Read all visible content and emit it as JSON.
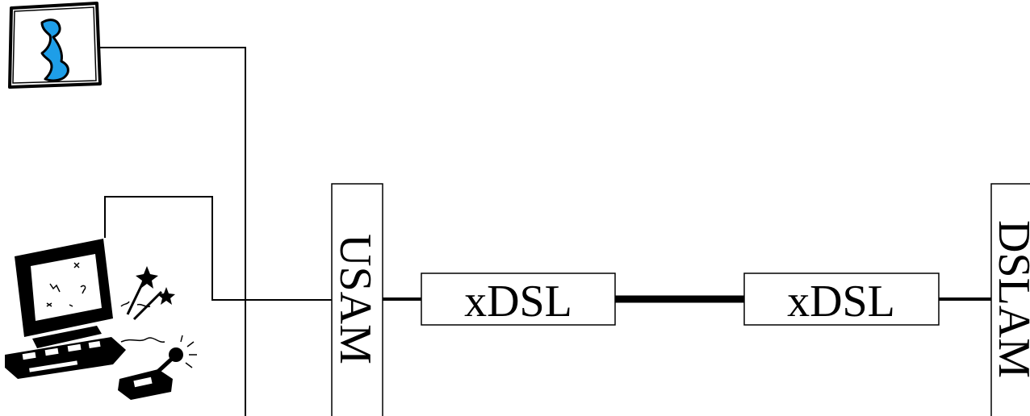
{
  "diagram": {
    "nodes": {
      "telephone": {
        "icon": "telephone-icon"
      },
      "computer": {
        "icon": "computer-icon"
      },
      "usam": {
        "label": "USAM"
      },
      "xdsl_left": {
        "label": "xDSL"
      },
      "xdsl_right": {
        "label": "xDSL"
      },
      "dslam": {
        "label": "DSLAM"
      }
    },
    "colors": {
      "line": "#000000",
      "phone_handset": "#1e9ee8",
      "background": "#ffffff"
    }
  }
}
